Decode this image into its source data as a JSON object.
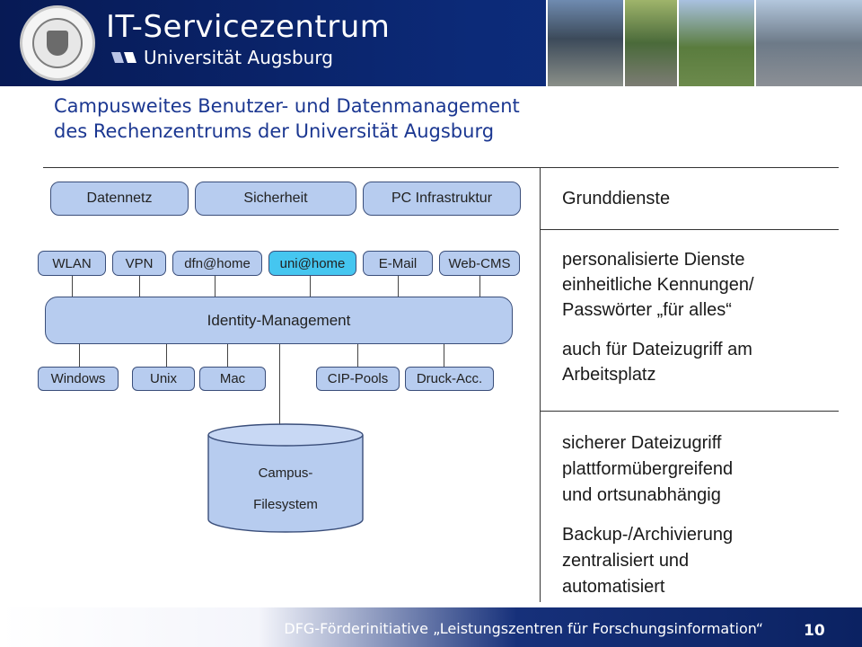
{
  "header": {
    "title": "IT-Servicezentrum",
    "subtitle": "Universität Augsburg"
  },
  "slide": {
    "title_line1": "Campusweites Benutzer- und Datenmanagement",
    "title_line2": "des Rechenzentrums der Universität Augsburg"
  },
  "diagram": {
    "top_boxes": [
      "Datennetz",
      "Sicherheit",
      "PC Infrastruktur"
    ],
    "service_boxes": [
      "WLAN",
      "VPN",
      "dfn@home",
      "uni@home",
      "E-Mail",
      "Web-CMS"
    ],
    "highlighted_service": "uni@home",
    "identity_management": "Identity-Management",
    "system_boxes": [
      "Windows",
      "Unix",
      "Mac",
      "CIP-Pools",
      "Druck-Acc."
    ],
    "filesystem_line1": "Campus-",
    "filesystem_line2": "Filesystem"
  },
  "right_panel": {
    "section1": "Grunddienste",
    "section2_line1": "personalisierte Dienste",
    "section2_line2": "einheitliche Kennungen/",
    "section2_line3": "Passwörter „für alles“",
    "section2b_line1": "auch für Dateizugriff am",
    "section2b_line2": "Arbeitsplatz",
    "section3_line1": "sicherer Dateizugriff",
    "section3_line2": "plattformübergreifend",
    "section3_line3": "und ortsunabhängig",
    "section3b_line1": "Backup-/Archivierung",
    "section3b_line2": "zentralisiert und",
    "section3b_line3": "automatisiert"
  },
  "footer": {
    "text": "DFG-Förderinitiative „Leistungszentren für Forschungsinformation“",
    "page": "10"
  },
  "colors": {
    "header_blue": "#0c2a78",
    "box_fill": "#b7ccef",
    "highlight_fill": "#45c6f0",
    "title_blue": "#1b3791"
  }
}
